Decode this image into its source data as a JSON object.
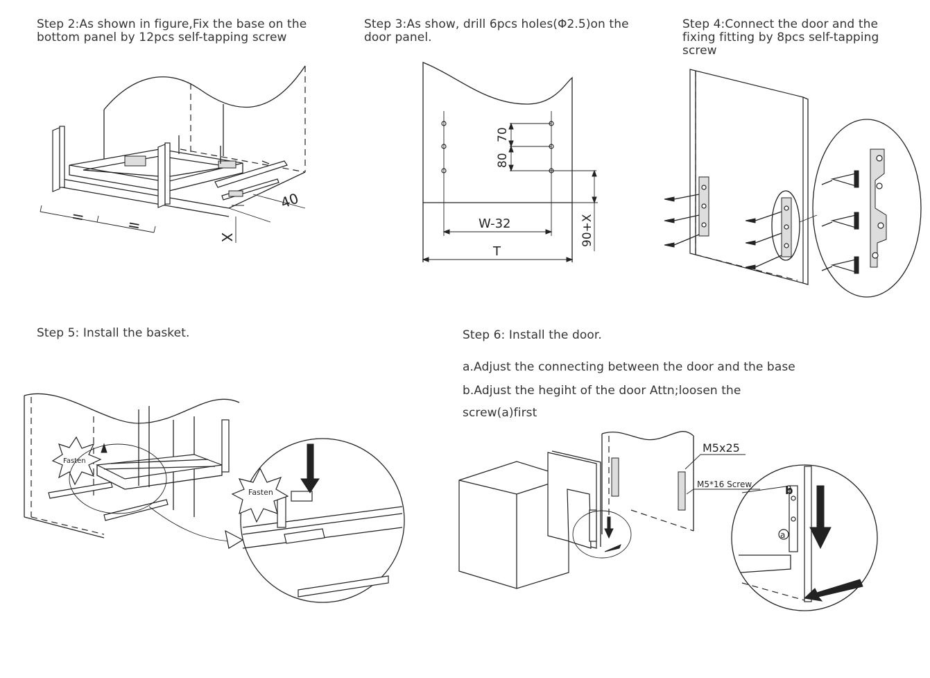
{
  "steps": {
    "step2": {
      "lines": [
        "Step 2:As shown in figure,Fix the base on the",
        "bottom panel by 12pcs self-tapping screw"
      ]
    },
    "step3": {
      "lines": [
        "Step 3:As show, drill 6pcs holes(Φ2.5)on the",
        "door panel."
      ]
    },
    "step4": {
      "lines": [
        "Step 4:Connect the door and the",
        "fixing fitting by 8pcs self-tapping",
        "screw"
      ]
    },
    "step5": {
      "lines": [
        "Step 5: Install the basket."
      ]
    },
    "step6": {
      "lines": [
        "Step 6: Install the door.",
        "a.Adjust the connecting between the door and the base",
        "b.Adjust the hegiht of the door Attn;loosen the",
        "screw(a)first"
      ]
    }
  },
  "labels": {
    "step2_dim_40": "40",
    "step2_dim_x": "X",
    "step2_equal": "=",
    "step3_dim_70": "70",
    "step3_dim_80": "80",
    "step3_dim_w32": "W-32",
    "step3_dim_t": "T",
    "step3_dim_90x": "90+X",
    "step5_fasten": "Fasten",
    "step6_m5x25": "M5x25",
    "step6_m5x16": "M5*16 Screw",
    "step6_b": "b",
    "step6_a": "a"
  }
}
